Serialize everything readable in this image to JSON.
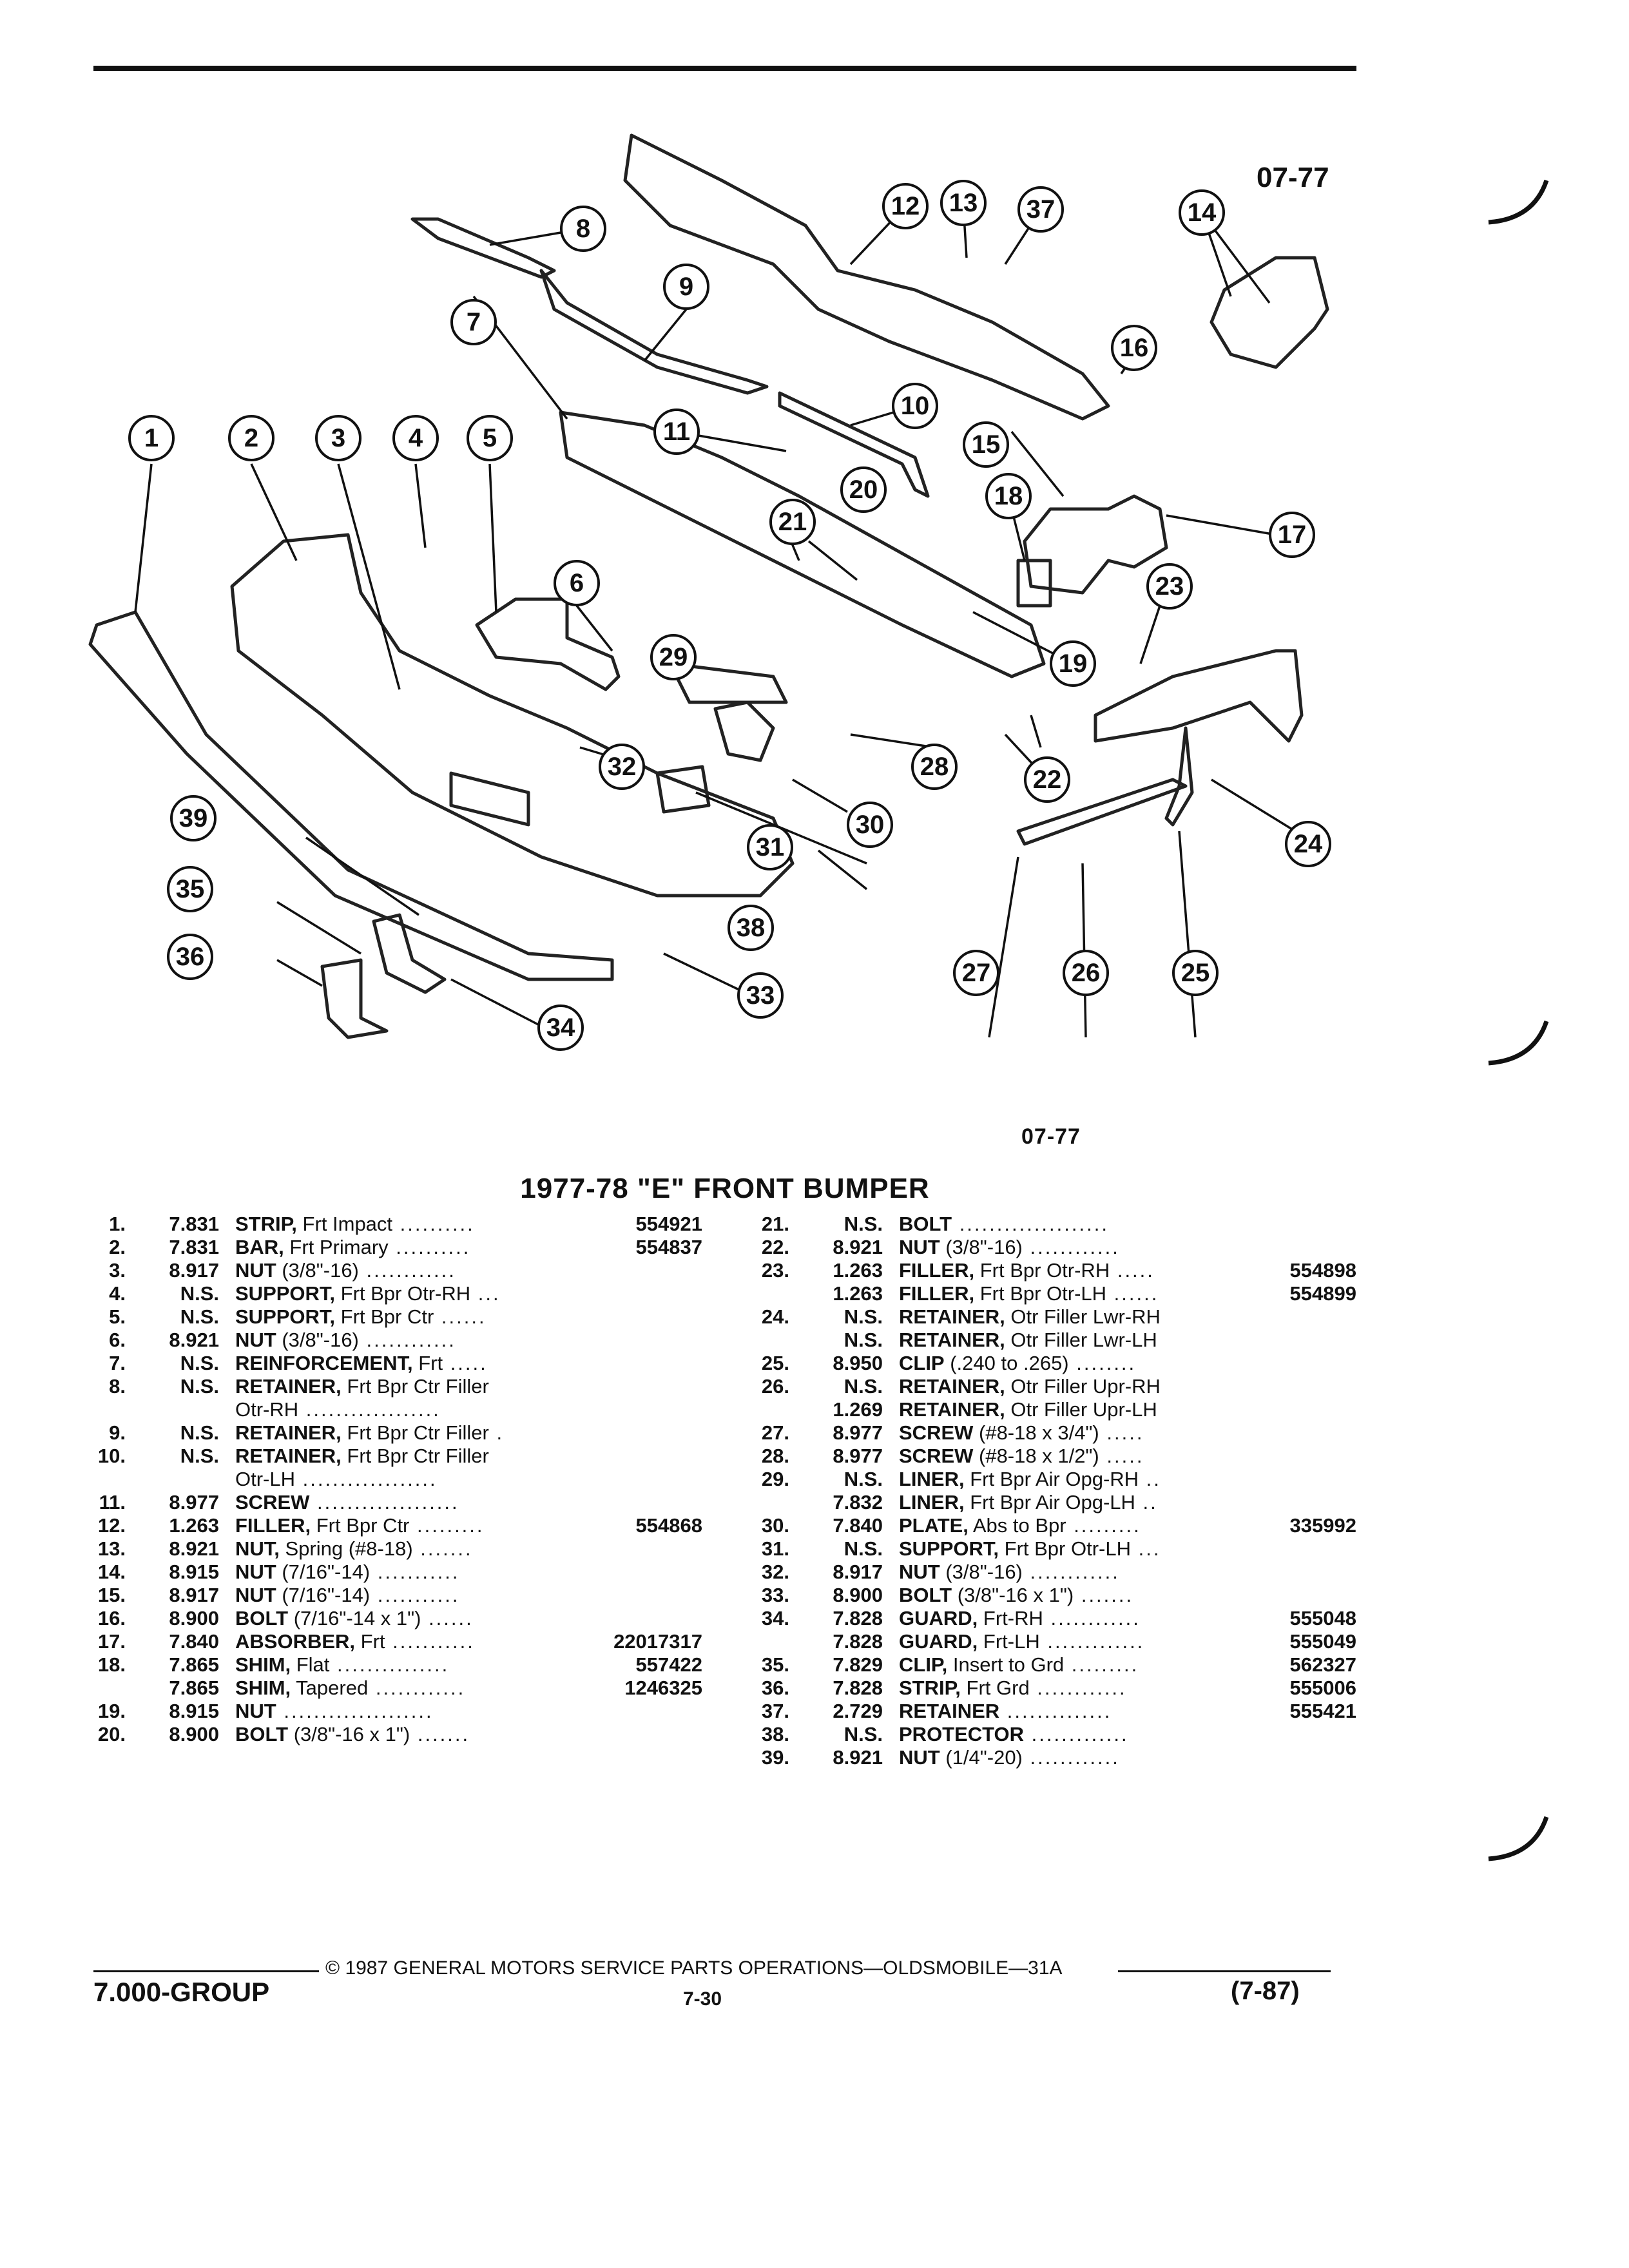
{
  "diagram": {
    "ref_code": "07-77",
    "callouts": [
      "1",
      "2",
      "3",
      "4",
      "5",
      "6",
      "7",
      "8",
      "9",
      "10",
      "11",
      "12",
      "13",
      "14",
      "15",
      "16",
      "17",
      "18",
      "19",
      "20",
      "21",
      "22",
      "23",
      "24",
      "25",
      "26",
      "27",
      "28",
      "29",
      "30",
      "31",
      "32",
      "33",
      "34",
      "35",
      "36",
      "37",
      "38",
      "39"
    ]
  },
  "ref_code_bottom": "07-77",
  "title": "1977-78 \"E\" FRONT BUMPER",
  "parts_left": [
    {
      "idx": "1.",
      "grp": "7.831",
      "name": "STRIP,",
      "detail": " Frt Impact",
      "dots": " ..........",
      "pn": "554921"
    },
    {
      "idx": "2.",
      "grp": "7.831",
      "name": "BAR,",
      "detail": " Frt Primary",
      "dots": " ..........",
      "pn": "554837"
    },
    {
      "idx": "3.",
      "grp": "8.917",
      "name": "NUT",
      "detail": " (3/8\"-16)",
      "dots": " ............",
      "pn": ""
    },
    {
      "idx": "4.",
      "grp": "N.S.",
      "name": "SUPPORT,",
      "detail": " Frt Bpr Otr-RH",
      "dots": " ...",
      "pn": ""
    },
    {
      "idx": "5.",
      "grp": "N.S.",
      "name": "SUPPORT,",
      "detail": " Frt Bpr Ctr",
      "dots": " ......",
      "pn": ""
    },
    {
      "idx": "6.",
      "grp": "8.921",
      "name": "NUT",
      "detail": " (3/8\"-16)",
      "dots": " ............",
      "pn": ""
    },
    {
      "idx": "7.",
      "grp": "N.S.",
      "name": "REINFORCEMENT,",
      "detail": " Frt",
      "dots": " .....",
      "pn": ""
    },
    {
      "idx": "8.",
      "grp": "N.S.",
      "name": "RETAINER,",
      "detail": " Frt Bpr Ctr Filler",
      "dots": "",
      "pn": ""
    },
    {
      "idx": "",
      "grp": "",
      "name": "",
      "detail": "Otr-RH",
      "dots": " ..................",
      "pn": ""
    },
    {
      "idx": "9.",
      "grp": "N.S.",
      "name": "RETAINER,",
      "detail": " Frt Bpr Ctr Filler",
      "dots": " .",
      "pn": ""
    },
    {
      "idx": "10.",
      "grp": "N.S.",
      "name": "RETAINER,",
      "detail": " Frt Bpr Ctr Filler",
      "dots": "",
      "pn": ""
    },
    {
      "idx": "",
      "grp": "",
      "name": "",
      "detail": "Otr-LH",
      "dots": " ..................",
      "pn": ""
    },
    {
      "idx": "11.",
      "grp": "8.977",
      "name": "SCREW",
      "detail": "",
      "dots": " ...................",
      "pn": ""
    },
    {
      "idx": "12.",
      "grp": "1.263",
      "name": "FILLER,",
      "detail": " Frt Bpr Ctr",
      "dots": " .........",
      "pn": "554868"
    },
    {
      "idx": "13.",
      "grp": "8.921",
      "name": "NUT,",
      "detail": " Spring (#8-18)",
      "dots": " .......",
      "pn": ""
    },
    {
      "idx": "14.",
      "grp": "8.915",
      "name": "NUT",
      "detail": " (7/16\"-14)",
      "dots": " ...........",
      "pn": ""
    },
    {
      "idx": "15.",
      "grp": "8.917",
      "name": "NUT",
      "detail": " (7/16\"-14)",
      "dots": " ...........",
      "pn": ""
    },
    {
      "idx": "16.",
      "grp": "8.900",
      "name": "BOLT",
      "detail": " (7/16\"-14 x 1\")",
      "dots": " ......",
      "pn": ""
    },
    {
      "idx": "17.",
      "grp": "7.840",
      "name": "ABSORBER,",
      "detail": " Frt",
      "dots": " ...........",
      "pn": "22017317"
    },
    {
      "idx": "18.",
      "grp": "7.865",
      "name": "SHIM,",
      "detail": " Flat",
      "dots": " ...............",
      "pn": "557422"
    },
    {
      "idx": "",
      "grp": "7.865",
      "name": "SHIM,",
      "detail": " Tapered",
      "dots": " ............",
      "pn": "1246325"
    },
    {
      "idx": "19.",
      "grp": "8.915",
      "name": "NUT",
      "detail": "",
      "dots": " ....................",
      "pn": ""
    },
    {
      "idx": "20.",
      "grp": "8.900",
      "name": "BOLT",
      "detail": " (3/8\"-16 x 1\")",
      "dots": " .......",
      "pn": ""
    }
  ],
  "parts_right": [
    {
      "idx": "21.",
      "grp": "N.S.",
      "name": "BOLT",
      "detail": "",
      "dots": " ....................",
      "pn": ""
    },
    {
      "idx": "22.",
      "grp": "8.921",
      "name": "NUT",
      "detail": " (3/8\"-16)",
      "dots": " ............",
      "pn": ""
    },
    {
      "idx": "23.",
      "grp": "1.263",
      "name": "FILLER,",
      "detail": " Frt Bpr Otr-RH",
      "dots": " .....",
      "pn": "554898"
    },
    {
      "idx": "",
      "grp": "1.263",
      "name": "FILLER,",
      "detail": " Frt Bpr Otr-LH",
      "dots": " ......",
      "pn": "554899"
    },
    {
      "idx": "24.",
      "grp": "N.S.",
      "name": "RETAINER,",
      "detail": " Otr Filler Lwr-RH",
      "dots": "",
      "pn": ""
    },
    {
      "idx": "",
      "grp": "N.S.",
      "name": "RETAINER,",
      "detail": " Otr Filler Lwr-LH",
      "dots": "",
      "pn": ""
    },
    {
      "idx": "25.",
      "grp": "8.950",
      "name": "CLIP",
      "detail": " (.240 to .265)",
      "dots": " ........",
      "pn": ""
    },
    {
      "idx": "26.",
      "grp": "N.S.",
      "name": "RETAINER,",
      "detail": " Otr Filler Upr-RH",
      "dots": "",
      "pn": ""
    },
    {
      "idx": "",
      "grp": "1.269",
      "name": "RETAINER,",
      "detail": " Otr Filler Upr-LH",
      "dots": "",
      "pn": ""
    },
    {
      "idx": "27.",
      "grp": "8.977",
      "name": "SCREW",
      "detail": " (#8-18 x 3/4\")",
      "dots": " .....",
      "pn": ""
    },
    {
      "idx": "28.",
      "grp": "8.977",
      "name": "SCREW",
      "detail": " (#8-18 x 1/2\")",
      "dots": " .....",
      "pn": ""
    },
    {
      "idx": "29.",
      "grp": "N.S.",
      "name": "LINER,",
      "detail": " Frt Bpr Air Opg-RH",
      "dots": " ..",
      "pn": ""
    },
    {
      "idx": "",
      "grp": "7.832",
      "name": "LINER,",
      "detail": " Frt Bpr Air Opg-LH",
      "dots": " ..",
      "pn": ""
    },
    {
      "idx": "30.",
      "grp": "7.840",
      "name": "PLATE,",
      "detail": " Abs to Bpr",
      "dots": " .........",
      "pn": "335992"
    },
    {
      "idx": "31.",
      "grp": "N.S.",
      "name": "SUPPORT,",
      "detail": " Frt Bpr Otr-LH",
      "dots": " ...",
      "pn": ""
    },
    {
      "idx": "32.",
      "grp": "8.917",
      "name": "NUT",
      "detail": " (3/8\"-16)",
      "dots": " ............",
      "pn": ""
    },
    {
      "idx": "33.",
      "grp": "8.900",
      "name": "BOLT",
      "detail": " (3/8\"-16 x 1\")",
      "dots": " .......",
      "pn": ""
    },
    {
      "idx": "34.",
      "grp": "7.828",
      "name": "GUARD,",
      "detail": " Frt-RH",
      "dots": " ............",
      "pn": "555048"
    },
    {
      "idx": "",
      "grp": "7.828",
      "name": "GUARD,",
      "detail": " Frt-LH",
      "dots": " .............",
      "pn": "555049"
    },
    {
      "idx": "35.",
      "grp": "7.829",
      "name": "CLIP,",
      "detail": " Insert to Grd",
      "dots": " .........",
      "pn": "562327"
    },
    {
      "idx": "36.",
      "grp": "7.828",
      "name": "STRIP,",
      "detail": " Frt Grd",
      "dots": " ............",
      "pn": "555006"
    },
    {
      "idx": "37.",
      "grp": "2.729",
      "name": "RETAINER",
      "detail": "",
      "dots": " ..............",
      "pn": "555421"
    },
    {
      "idx": "38.",
      "grp": "N.S.",
      "name": "PROTECTOR",
      "detail": "",
      "dots": " .............",
      "pn": ""
    },
    {
      "idx": "39.",
      "grp": "8.921",
      "name": "NUT",
      "detail": " (1/4\"-20)",
      "dots": " ............",
      "pn": ""
    }
  ],
  "footer": {
    "copyright": "© 1987 GENERAL MOTORS SERVICE PARTS OPERATIONS—OLDSMOBILE—31A",
    "group": "7.000-GROUP",
    "page": "7-30",
    "date": "(7-87)"
  }
}
